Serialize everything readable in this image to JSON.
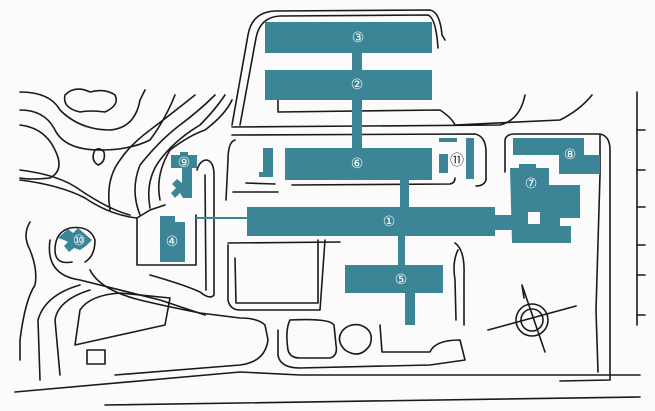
{
  "map": {
    "building_color": "#3b8596",
    "buildings": [
      {
        "id": "1",
        "label": "①"
      },
      {
        "id": "2",
        "label": "②"
      },
      {
        "id": "3",
        "label": "③"
      },
      {
        "id": "4",
        "label": "④"
      },
      {
        "id": "5",
        "label": "⑤"
      },
      {
        "id": "6",
        "label": "⑥"
      },
      {
        "id": "7",
        "label": "⑦"
      },
      {
        "id": "8",
        "label": "⑧"
      },
      {
        "id": "9",
        "label": "⑨"
      },
      {
        "id": "10",
        "label": "⑩"
      },
      {
        "id": "11",
        "label": "⑪"
      }
    ],
    "compass_icon": "north-arrow"
  }
}
